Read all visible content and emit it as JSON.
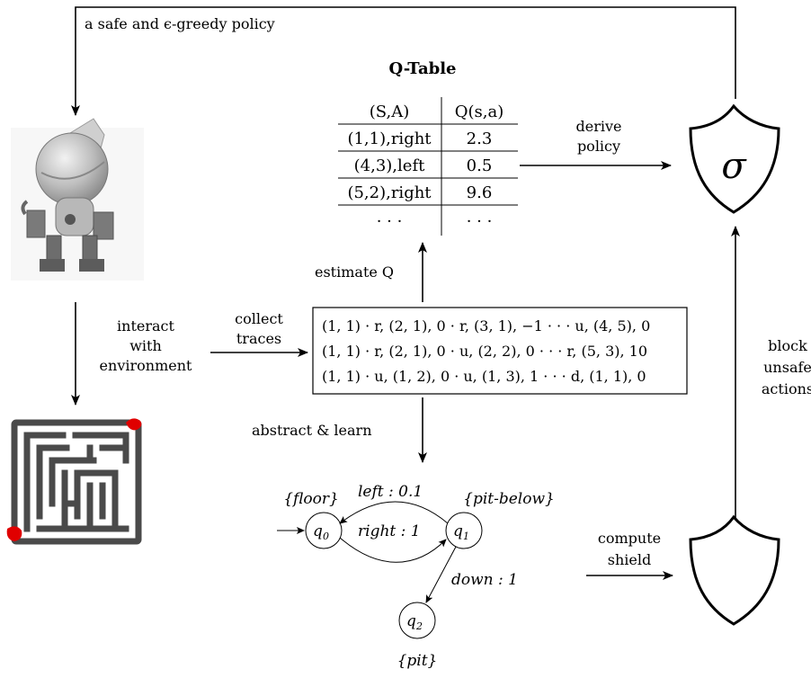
{
  "feedback_label": "a safe and ϵ-greedy policy",
  "qtable": {
    "title": "Q-Table",
    "headers": [
      "(S,A)",
      "Q(s,a)"
    ],
    "rows": [
      [
        "(1,1),right",
        "2.3"
      ],
      [
        "(4,3),left",
        "0.5"
      ],
      [
        "(5,2),right",
        "9.6"
      ],
      [
        "· · ·",
        "· · ·"
      ]
    ]
  },
  "derive_policy_label": [
    "derive",
    "policy"
  ],
  "shield_top_symbol": "σ",
  "estimate_q_label": "estimate Q",
  "interact_label": [
    "interact",
    "with",
    "environment"
  ],
  "collect_traces_label": [
    "collect",
    "traces"
  ],
  "traces": [
    "(1, 1) · r, (2, 1), 0 · r, (3, 1), −1 · · · u, (4, 5), 0",
    "(1, 1) · r, (2, 1), 0 · u, (2, 2), 0 · · · r, (5, 3), 10",
    "(1, 1) · u, (1, 2), 0 · u, (1, 3), 1 · · · d, (1, 1), 0"
  ],
  "abstract_learn_label": "abstract & learn",
  "block_label": [
    "block",
    "unsafe",
    "actions"
  ],
  "compute_shield_label": [
    "compute",
    "shield"
  ],
  "automaton": {
    "states": [
      {
        "id": "q0",
        "label": "{floor}"
      },
      {
        "id": "q1",
        "label": "{pit-below}"
      },
      {
        "id": "q2",
        "label": "{pit}"
      }
    ],
    "transitions": [
      {
        "from": "q1",
        "to": "q0",
        "label": "left : 0.1"
      },
      {
        "from": "q0",
        "to": "q1",
        "label": "right : 1"
      },
      {
        "from": "q1",
        "to": "q2",
        "label": "down : 1"
      }
    ]
  }
}
